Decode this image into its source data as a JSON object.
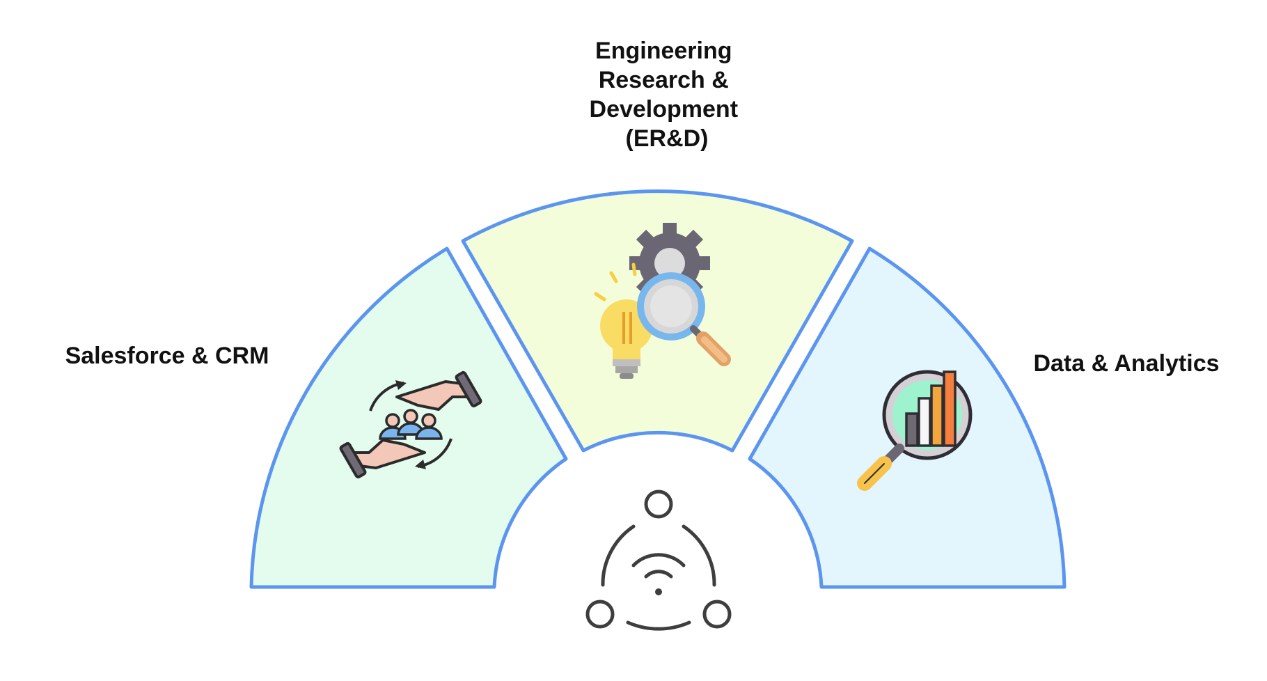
{
  "diagram": {
    "segments": [
      {
        "id": "salesforce",
        "label_lines": [
          "Salesforce & CRM"
        ],
        "icon": "handshake-people-cycle-icon",
        "fill": "#e3fcee"
      },
      {
        "id": "erd",
        "label_lines": [
          "Engineering",
          "Research &",
          "Development",
          "(ER&D)"
        ],
        "icon": "bulb-gear-magnifier-icon",
        "fill": "#f3fdd9"
      },
      {
        "id": "data",
        "label_lines": [
          "Data & Analytics"
        ],
        "icon": "chart-magnifier-icon",
        "fill": "#e3f6fd"
      }
    ],
    "center_icon": "network-hub-icon",
    "border_color": "#5b95f0"
  }
}
